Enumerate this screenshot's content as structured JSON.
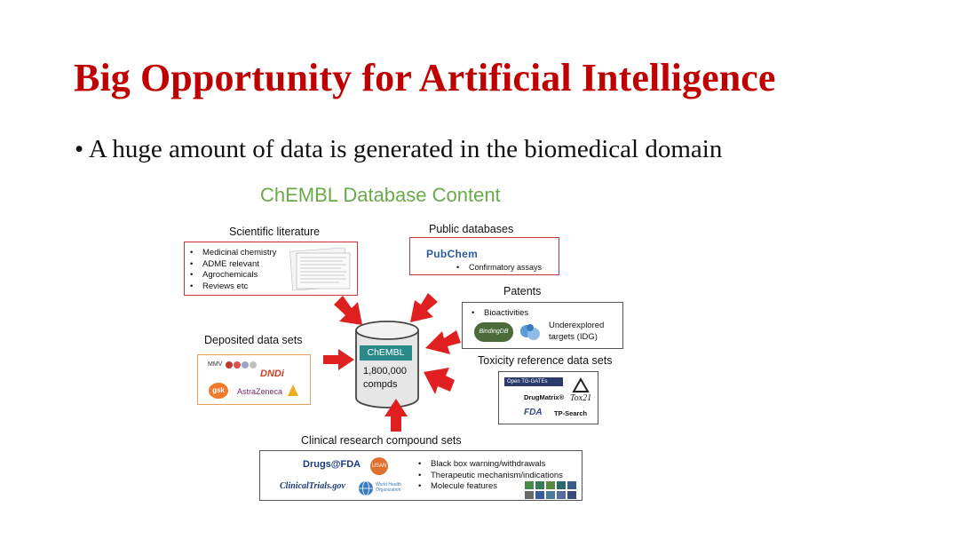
{
  "slide": {
    "title": "Big Opportunity for Artificial Intelligence",
    "bullet_marker": "•",
    "bullet_text": "A huge amount of data is generated in the biomedical domain"
  },
  "diagram": {
    "title": "ChEMBL Database Content",
    "center": {
      "logo": "ChEMBL",
      "count": "1,800,000",
      "unit": "compds"
    },
    "scientific_literature": {
      "label": "Scientific literature",
      "items": [
        "Medicinal chemistry",
        "ADME relevant",
        "Agrochemicals",
        "Reviews etc"
      ]
    },
    "public_databases": {
      "label": "Public databases",
      "logo": "PubChem",
      "items": [
        "Confirmatory assays"
      ]
    },
    "patents": {
      "label": "Patents",
      "items": [
        "Bioactivities"
      ],
      "logo": "BindingDB",
      "note_line1": "Underexplored",
      "note_line2": "targets (IDG)"
    },
    "deposited": {
      "label": "Deposited data sets",
      "logos": [
        "MMV",
        "DNDi",
        "gsk",
        "AstraZeneca"
      ]
    },
    "toxicity": {
      "label": "Toxicity reference data sets",
      "logos": [
        "Open TG-GATEs",
        "DrugMatrix®",
        "Tox21",
        "FDA",
        "TP-Search"
      ]
    },
    "clinical": {
      "label": "Clinical research compound sets",
      "logos": [
        "Drugs@FDA",
        "USAN",
        "ClinicalTrials.gov",
        "World Health Organization"
      ],
      "items": [
        "Black box warning/withdrawals",
        "Therapeutic mechanism/indications",
        "Molecule features"
      ]
    }
  },
  "colors": {
    "title": "#c00000",
    "diagram_title": "#6aaa4a",
    "arrow": "#e02020",
    "box_border": "#cc3333",
    "chembl_teal": "#2a8a8a"
  }
}
